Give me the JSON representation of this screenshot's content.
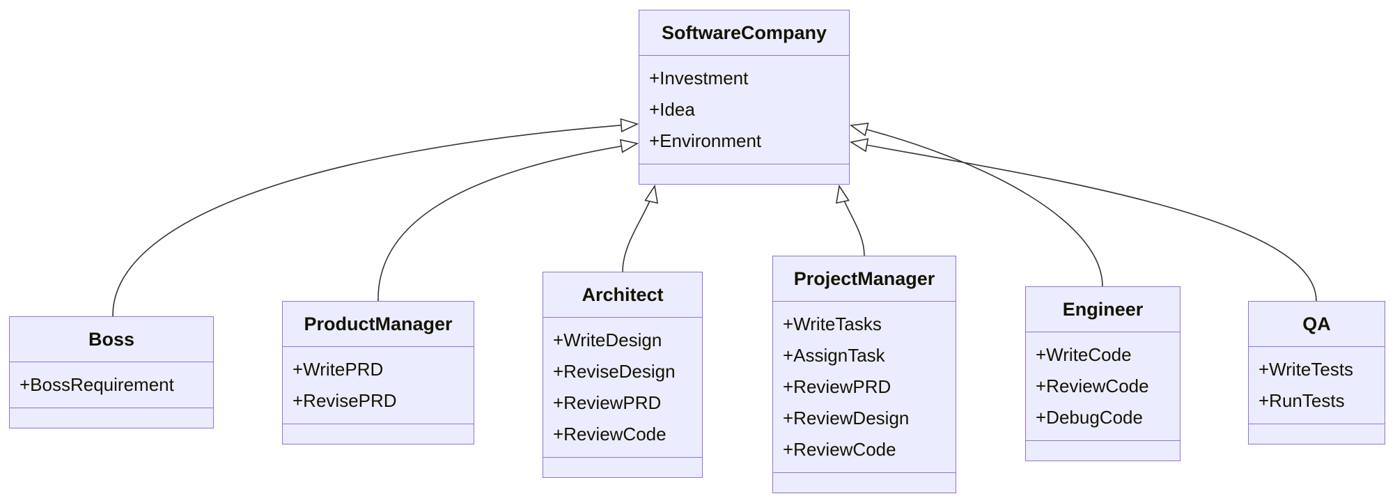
{
  "diagram": {
    "type": "uml-class-diagram",
    "classes": [
      {
        "name": "SoftwareCompany",
        "attributes": [
          "+Investment",
          "+Idea",
          "+Environment"
        ]
      },
      {
        "name": "Boss",
        "attributes": [
          "+BossRequirement"
        ]
      },
      {
        "name": "ProductManager",
        "attributes": [
          "+WritePRD",
          "+RevisePRD"
        ]
      },
      {
        "name": "Architect",
        "attributes": [
          "+WriteDesign",
          "+ReviseDesign",
          "+ReviewPRD",
          "+ReviewCode"
        ]
      },
      {
        "name": "ProjectManager",
        "attributes": [
          "+WriteTasks",
          "+AssignTask",
          "+ReviewPRD",
          "+ReviewDesign",
          "+ReviewCode"
        ]
      },
      {
        "name": "Engineer",
        "attributes": [
          "+WriteCode",
          "+ReviewCode",
          "+DebugCode"
        ]
      },
      {
        "name": "QA",
        "attributes": [
          "+WriteTests",
          "+RunTests"
        ]
      }
    ],
    "relations": [
      {
        "from": "Boss",
        "to": "SoftwareCompany",
        "type": "inheritance"
      },
      {
        "from": "ProductManager",
        "to": "SoftwareCompany",
        "type": "inheritance"
      },
      {
        "from": "Architect",
        "to": "SoftwareCompany",
        "type": "inheritance"
      },
      {
        "from": "ProjectManager",
        "to": "SoftwareCompany",
        "type": "inheritance"
      },
      {
        "from": "Engineer",
        "to": "SoftwareCompany",
        "type": "inheritance"
      },
      {
        "from": "QA",
        "to": "SoftwareCompany",
        "type": "inheritance"
      }
    ],
    "colors": {
      "box_fill": "#ECECFF",
      "box_border": "#9370DB",
      "edge": "#333333",
      "text": "#131300"
    }
  }
}
